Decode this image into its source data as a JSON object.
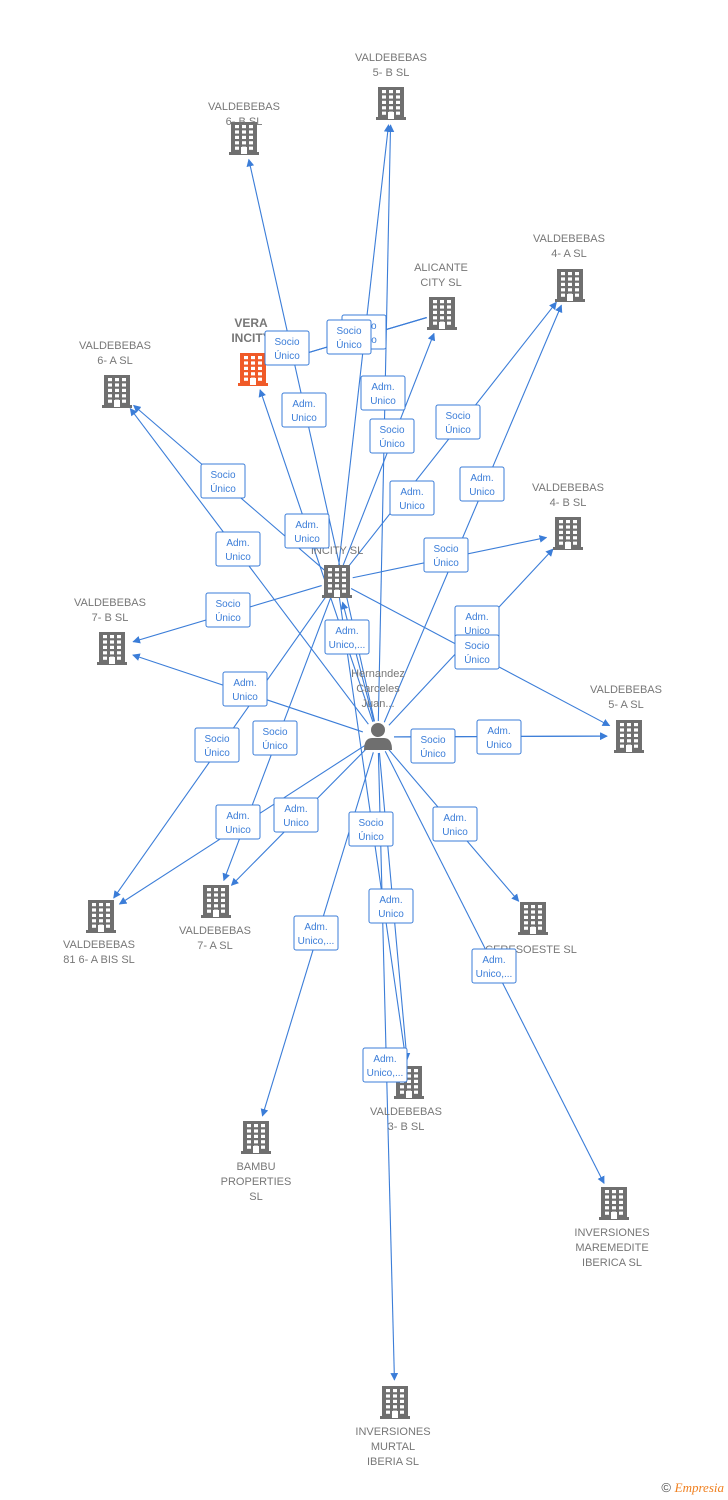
{
  "colors": {
    "edge": "#3b7dd8",
    "building": "#6f6f6f",
    "highlight": "#f05a28",
    "person": "#6f6f6f"
  },
  "nodes": [
    {
      "id": "vera",
      "kind": "building",
      "highlight": true,
      "lines": [
        "VERA",
        "INCITY"
      ]
    },
    {
      "id": "incity",
      "kind": "building",
      "lines": [
        "INCITY SL"
      ]
    },
    {
      "id": "person",
      "kind": "person",
      "lines": [
        "Hernandez",
        "Carceles",
        "Juan..."
      ]
    },
    {
      "id": "v5b",
      "kind": "building",
      "lines": [
        "VALDEBEBAS",
        "5- B  SL"
      ]
    },
    {
      "id": "v6b",
      "kind": "building",
      "lines": [
        "VALDEBEBAS",
        "6- B  SL"
      ]
    },
    {
      "id": "alic",
      "kind": "building",
      "lines": [
        "ALICANTE",
        "CITY  SL"
      ]
    },
    {
      "id": "v4a",
      "kind": "building",
      "lines": [
        "VALDEBEBAS",
        "4- A  SL"
      ]
    },
    {
      "id": "v6a",
      "kind": "building",
      "lines": [
        "VALDEBEBAS",
        "6- A  SL"
      ]
    },
    {
      "id": "v4b",
      "kind": "building",
      "lines": [
        "VALDEBEBAS",
        "4- B  SL"
      ]
    },
    {
      "id": "v7b",
      "kind": "building",
      "lines": [
        "VALDEBEBAS",
        "7- B  SL"
      ]
    },
    {
      "id": "v5a",
      "kind": "building",
      "lines": [
        "VALDEBEBAS",
        "5- A  SL"
      ]
    },
    {
      "id": "v81",
      "kind": "building",
      "lines": [
        "VALDEBEBAS",
        "81 6- A BIS  SL"
      ]
    },
    {
      "id": "v7a",
      "kind": "building",
      "lines": [
        "VALDEBEBAS",
        "7- A  SL"
      ]
    },
    {
      "id": "cere",
      "kind": "building",
      "lines": [
        "CERESOESTE SL"
      ]
    },
    {
      "id": "v3b",
      "kind": "building",
      "lines": [
        "VALDEBEBAS",
        "3- B  SL"
      ]
    },
    {
      "id": "bambu",
      "kind": "building",
      "lines": [
        "BAMBU",
        "PROPERTIES",
        "SL"
      ]
    },
    {
      "id": "mare",
      "kind": "building",
      "lines": [
        "INVERSIONES",
        "MAREMEDITE",
        "IBERICA  SL"
      ]
    },
    {
      "id": "murtal",
      "kind": "building",
      "lines": [
        "INVERSIONES",
        "MURTAL",
        "IBERIA  SL"
      ]
    }
  ],
  "edges": [
    {
      "id": "e01",
      "lines": [
        "Socio",
        "Único"
      ]
    },
    {
      "id": "e02",
      "lines": [
        "Socio",
        "Único"
      ]
    },
    {
      "id": "e03",
      "lines": [
        "Socio",
        "Único"
      ]
    },
    {
      "id": "e04",
      "lines": [
        "Adm.",
        "Unico"
      ]
    },
    {
      "id": "e05",
      "lines": [
        "Socio",
        "Único"
      ]
    },
    {
      "id": "e06",
      "lines": [
        "Adm.",
        "Unico"
      ]
    },
    {
      "id": "e07",
      "lines": [
        "Socio",
        "Único"
      ]
    },
    {
      "id": "e08",
      "lines": [
        "Adm.",
        "Unico"
      ]
    },
    {
      "id": "e09",
      "lines": [
        "Socio",
        "Único"
      ]
    },
    {
      "id": "e10",
      "lines": [
        "Adm.",
        "Unico"
      ]
    },
    {
      "id": "e11",
      "lines": [
        "Adm.",
        "Unico"
      ]
    },
    {
      "id": "e12",
      "lines": [
        "Socio",
        "Único"
      ]
    },
    {
      "id": "e13",
      "lines": [
        "Adm.",
        "Unico"
      ]
    },
    {
      "id": "e14",
      "lines": [
        "Socio",
        "Único"
      ]
    },
    {
      "id": "e15",
      "lines": [
        "Adm.",
        "Unico"
      ]
    },
    {
      "id": "e16",
      "lines": [
        "Adm.",
        "Unico,..."
      ]
    },
    {
      "id": "e17",
      "lines": [
        "Socio",
        "Único"
      ]
    },
    {
      "id": "e18",
      "lines": [
        "Adm.",
        "Unico"
      ]
    },
    {
      "id": "e19",
      "lines": [
        "Adm.",
        "Unico"
      ]
    },
    {
      "id": "e20",
      "lines": [
        "Socio",
        "Único"
      ]
    },
    {
      "id": "e21",
      "lines": [
        "Socio",
        "Único"
      ]
    },
    {
      "id": "e22",
      "lines": [
        "Adm.",
        "Unico"
      ]
    },
    {
      "id": "e23",
      "lines": [
        "Adm.",
        "Unico"
      ]
    },
    {
      "id": "e24",
      "lines": [
        "Socio",
        "Único"
      ]
    },
    {
      "id": "e25",
      "lines": [
        "Socio",
        "Único"
      ]
    },
    {
      "id": "e26",
      "lines": [
        "Adm.",
        "Unico"
      ]
    },
    {
      "id": "e27",
      "lines": [
        "Adm.",
        "Unico,..."
      ]
    },
    {
      "id": "e28",
      "lines": [
        "Adm.",
        "Unico"
      ]
    },
    {
      "id": "e29",
      "lines": [
        "Adm.",
        "Unico,..."
      ]
    },
    {
      "id": "e30",
      "lines": [
        "Adm.",
        "Unico,..."
      ]
    }
  ],
  "copyright": {
    "symbol": "©",
    "brand": "Empresia"
  }
}
